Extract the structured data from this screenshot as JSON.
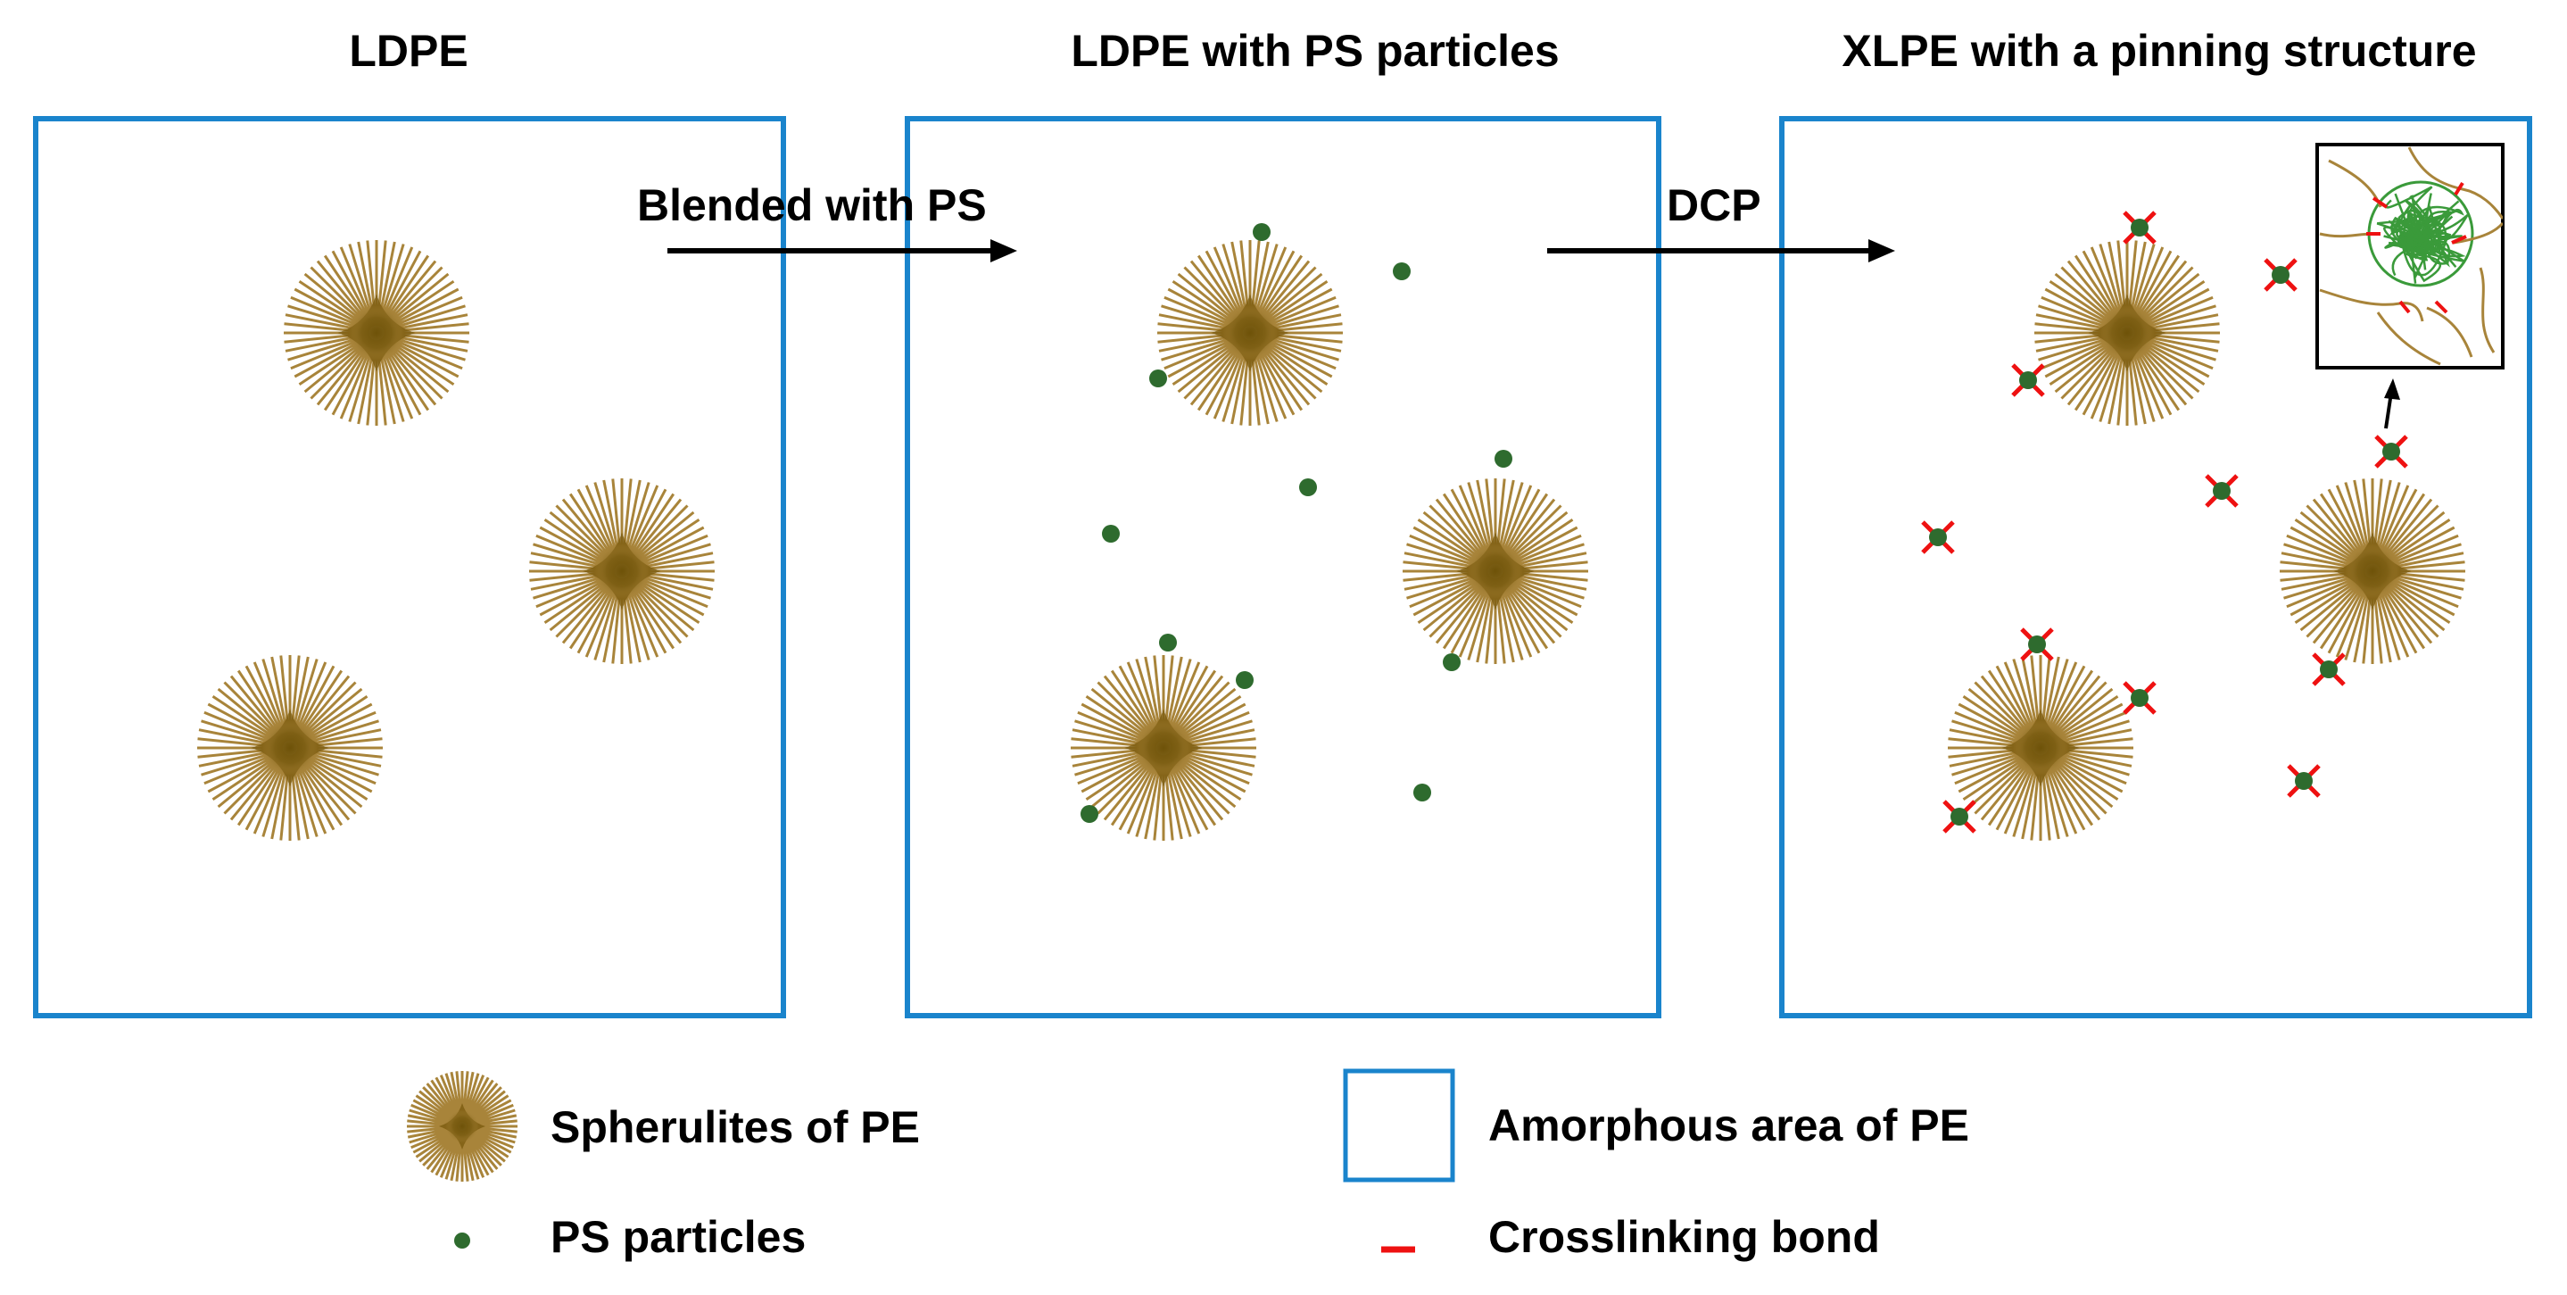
{
  "panels": [
    {
      "title": "LDPE"
    },
    {
      "title": "LDPE with PS particles"
    },
    {
      "title": "XLPE with a pinning structure"
    }
  ],
  "arrows": [
    {
      "label": "Blended with PS"
    },
    {
      "label": "DCP"
    }
  ],
  "legend": {
    "spherulite": "Spherulites of PE",
    "amorphous": "Amorphous area of PE",
    "particle": "PS particles",
    "bond": "Crosslinking bond"
  },
  "colors": {
    "frame": "#1a84cc",
    "spherulite": "#a8843a",
    "spherulite_core": "#7a5a0e",
    "particle": "#2e6b2e",
    "bond": "#ee1111",
    "inset_coil": "#3a9a3a",
    "arrow": "#000000"
  }
}
